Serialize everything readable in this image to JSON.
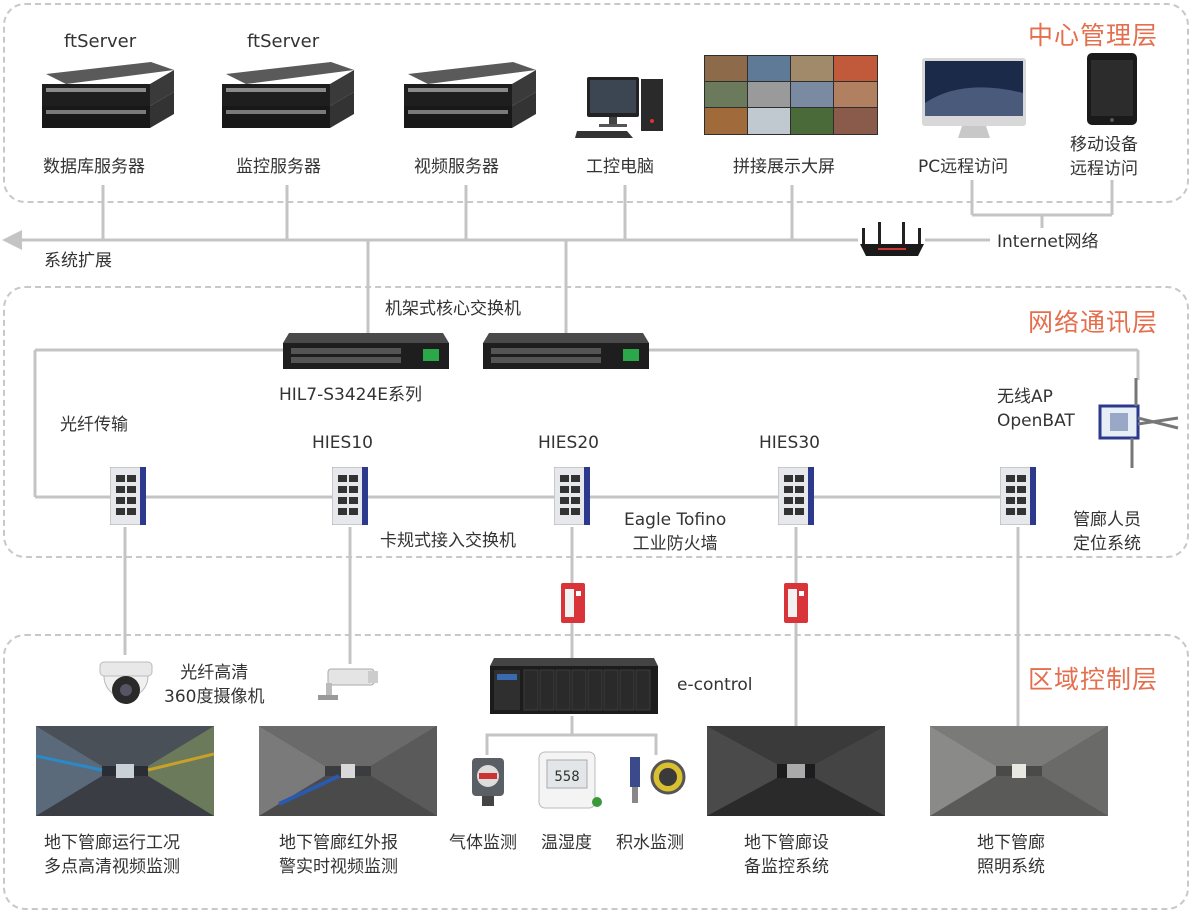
{
  "layers": {
    "center": "中心管理层",
    "network": "网络通讯层",
    "region": "区域控制层"
  },
  "center_devices": {
    "ftserver1_brand": "ftServer",
    "ftserver2_brand": "ftServer",
    "db_server": "数据库服务器",
    "monitor_server": "监控服务器",
    "video_server": "视频服务器",
    "ipc": "工控电脑",
    "video_wall": "拼接展示大屏",
    "pc_remote": "PC远程访问",
    "mobile_remote": "移动设备\n远程访问"
  },
  "network": {
    "system_ext": "系统扩展",
    "internet": "Internet网络",
    "core_switch": "机架式核心交换机",
    "core_series": "HIL7-S3424E系列",
    "fiber": "光纤传输",
    "hies10": "HIES10",
    "hies20": "HIES20",
    "hies30": "HIES30",
    "wireless_ap": "无线AP\nOpenBAT",
    "card_switch": "卡规式接入交换机",
    "firewall": "Eagle Tofino\n工业防火墙",
    "personnel": "管廊人员\n定位系统"
  },
  "region": {
    "camera360": "光纤高清\n360度摄像机",
    "econtrol": "e-control",
    "gas": "气体监测",
    "humidity": "温湿度",
    "water": "积水监测",
    "tunnel1": "地下管廊运行工况\n多点高清视频监测",
    "tunnel2": "地下管廊红外报\n警实时视频监测",
    "tunnel3": "地下管廊设\n备监控系统",
    "tunnel4": "地下管廊\n照明系统"
  },
  "colors": {
    "accent": "#e46f4e",
    "line": "#c4c4c4",
    "dash": "#c8c8c8",
    "firewall_red": "#d8343a",
    "switch_blue": "#2b3a8c"
  }
}
